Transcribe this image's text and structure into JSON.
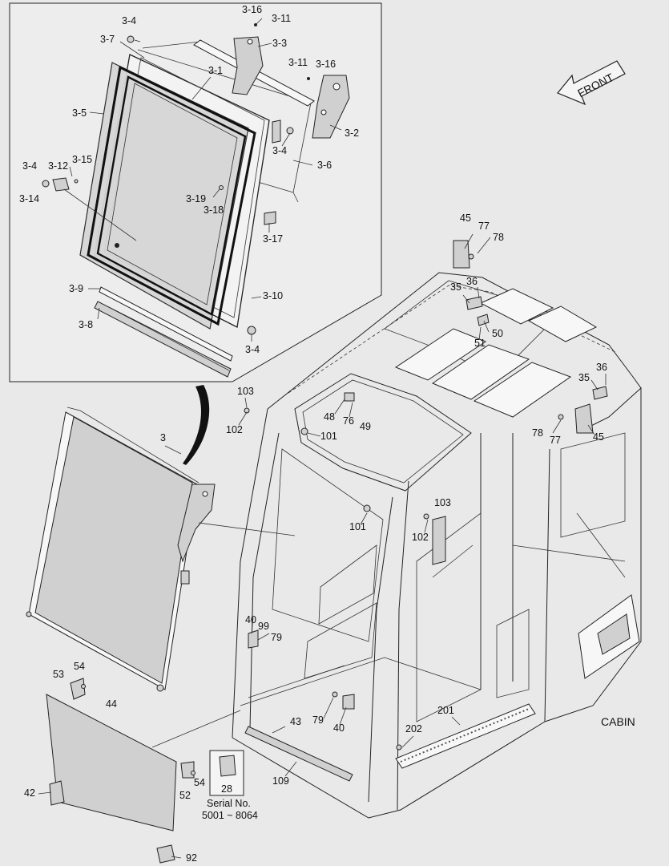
{
  "front_label": "FRONT",
  "cabin_label": "CABIN",
  "serial_label": "Serial No.",
  "serial_range": "5001 ~ 8064",
  "labels": [
    {
      "id": "l-3-16a",
      "text": "3-16"
    },
    {
      "id": "l-3-11a",
      "text": "3-11"
    },
    {
      "id": "l-3-4a",
      "text": "3-4"
    },
    {
      "id": "l-3-3",
      "text": "3-3"
    },
    {
      "id": "l-3-7",
      "text": "3-7"
    },
    {
      "id": "l-3-11b",
      "text": "3-11"
    },
    {
      "id": "l-3-16b",
      "text": "3-16"
    },
    {
      "id": "l-3-1",
      "text": "3-1"
    },
    {
      "id": "l-3-5",
      "text": "3-5"
    },
    {
      "id": "l-3-2",
      "text": "3-2"
    },
    {
      "id": "l-3-4b",
      "text": "3-4"
    },
    {
      "id": "l-3-15",
      "text": "3-15"
    },
    {
      "id": "l-3-4c",
      "text": "3-4"
    },
    {
      "id": "l-3-12",
      "text": "3-12"
    },
    {
      "id": "l-3-6",
      "text": "3-6"
    },
    {
      "id": "l-3-14",
      "text": "3-14"
    },
    {
      "id": "l-3-19",
      "text": "3-19"
    },
    {
      "id": "l-3-18",
      "text": "3-18"
    },
    {
      "id": "l-3-17",
      "text": "3-17"
    },
    {
      "id": "l-3-9",
      "text": "3-9"
    },
    {
      "id": "l-3-10",
      "text": "3-10"
    },
    {
      "id": "l-3-8",
      "text": "3-8"
    },
    {
      "id": "l-3-4d",
      "text": "3-4"
    },
    {
      "id": "l-45a",
      "text": "45"
    },
    {
      "id": "l-77a",
      "text": "77"
    },
    {
      "id": "l-78a",
      "text": "78"
    },
    {
      "id": "l-35a",
      "text": "35"
    },
    {
      "id": "l-36a",
      "text": "36"
    },
    {
      "id": "l-50",
      "text": "50"
    },
    {
      "id": "l-51",
      "text": "51"
    },
    {
      "id": "l-35b",
      "text": "35"
    },
    {
      "id": "l-36b",
      "text": "36"
    },
    {
      "id": "l-103a",
      "text": "103"
    },
    {
      "id": "l-102a",
      "text": "102"
    },
    {
      "id": "l-3",
      "text": "3"
    },
    {
      "id": "l-48",
      "text": "48"
    },
    {
      "id": "l-76",
      "text": "76"
    },
    {
      "id": "l-49",
      "text": "49"
    },
    {
      "id": "l-101a",
      "text": "101"
    },
    {
      "id": "l-78b",
      "text": "78"
    },
    {
      "id": "l-77b",
      "text": "77"
    },
    {
      "id": "l-45b",
      "text": "45"
    },
    {
      "id": "l-103b",
      "text": "103"
    },
    {
      "id": "l-101b",
      "text": "101"
    },
    {
      "id": "l-102b",
      "text": "102"
    },
    {
      "id": "l-40a",
      "text": "40"
    },
    {
      "id": "l-99",
      "text": "99"
    },
    {
      "id": "l-79a",
      "text": "79"
    },
    {
      "id": "l-53",
      "text": "53"
    },
    {
      "id": "l-54a",
      "text": "54"
    },
    {
      "id": "l-44",
      "text": "44"
    },
    {
      "id": "l-201",
      "text": "201"
    },
    {
      "id": "l-79b",
      "text": "79"
    },
    {
      "id": "l-40b",
      "text": "40"
    },
    {
      "id": "l-43",
      "text": "43"
    },
    {
      "id": "l-202",
      "text": "202"
    },
    {
      "id": "l-109",
      "text": "109"
    },
    {
      "id": "l-54b",
      "text": "54"
    },
    {
      "id": "l-28",
      "text": "28"
    },
    {
      "id": "l-42",
      "text": "42"
    },
    {
      "id": "l-52",
      "text": "52"
    },
    {
      "id": "l-92",
      "text": "92"
    }
  ]
}
